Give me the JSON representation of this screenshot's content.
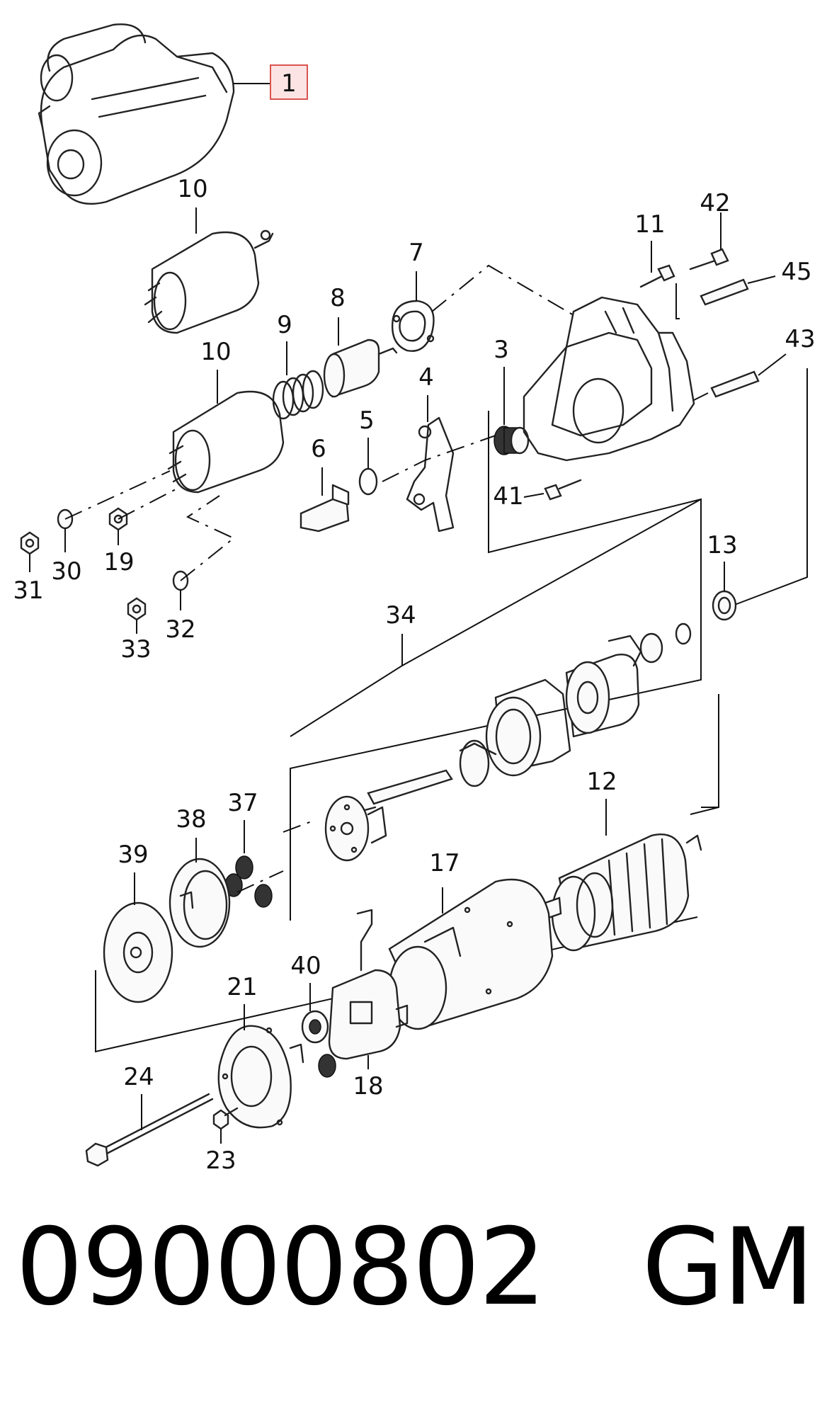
{
  "labels": {
    "main_assembly": "1",
    "solenoid_top": "10",
    "solenoid_mid": "10",
    "spring": "9",
    "plunger": "8",
    "gasket": "7",
    "fork": "4",
    "washer_5": "5",
    "seal_6": "6",
    "pinion_3": "3",
    "bolt_11": "11",
    "bolt_42": "42",
    "stud_45": "45",
    "stud_43": "43",
    "bolt_41": "41",
    "nut_31": "31",
    "washer_30": "30",
    "nut_19": "19",
    "washer_32": "32",
    "nut_33": "33",
    "drive_34": "34",
    "ring_13": "13",
    "armature_12": "12",
    "gears_37": "37",
    "carrier_38": "38",
    "plate_39": "39",
    "yoke_17": "17",
    "bearing_40": "40",
    "end_frame_21": "21",
    "brush_holder_18": "18",
    "through_bolt_24": "24",
    "screw_23": "23"
  },
  "part_number": "09000802   GM",
  "colors": {
    "highlight_border": "#d9534f",
    "highlight_fill": "#fde4e4",
    "line": "#111111"
  }
}
